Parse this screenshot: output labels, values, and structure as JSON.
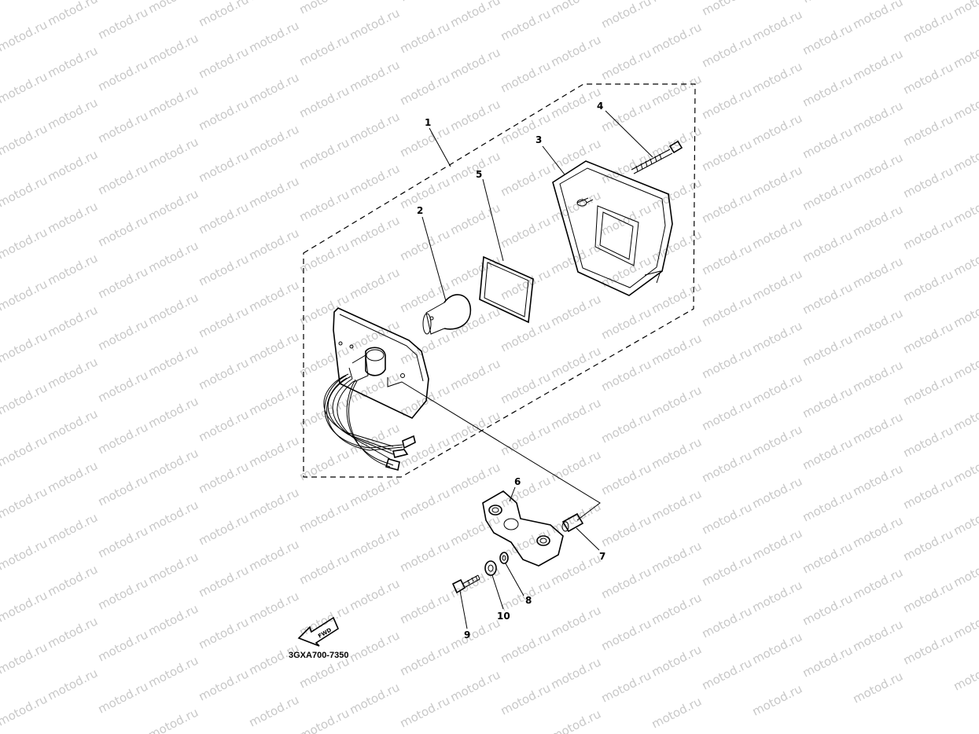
{
  "watermark": {
    "text": "motod.ru"
  },
  "diagram_code": "3GXA700-7350",
  "fwd_label": "FWD",
  "parts": [
    {
      "number": "1",
      "name": "tail-light-assembly"
    },
    {
      "number": "2",
      "name": "bulb"
    },
    {
      "number": "3",
      "name": "lens"
    },
    {
      "number": "4",
      "name": "screw"
    },
    {
      "number": "5",
      "name": "gasket"
    },
    {
      "number": "6",
      "name": "bracket"
    },
    {
      "number": "7",
      "name": "collar"
    },
    {
      "number": "8",
      "name": "washer"
    },
    {
      "number": "9",
      "name": "bolt"
    },
    {
      "number": "10",
      "name": "washer"
    }
  ]
}
